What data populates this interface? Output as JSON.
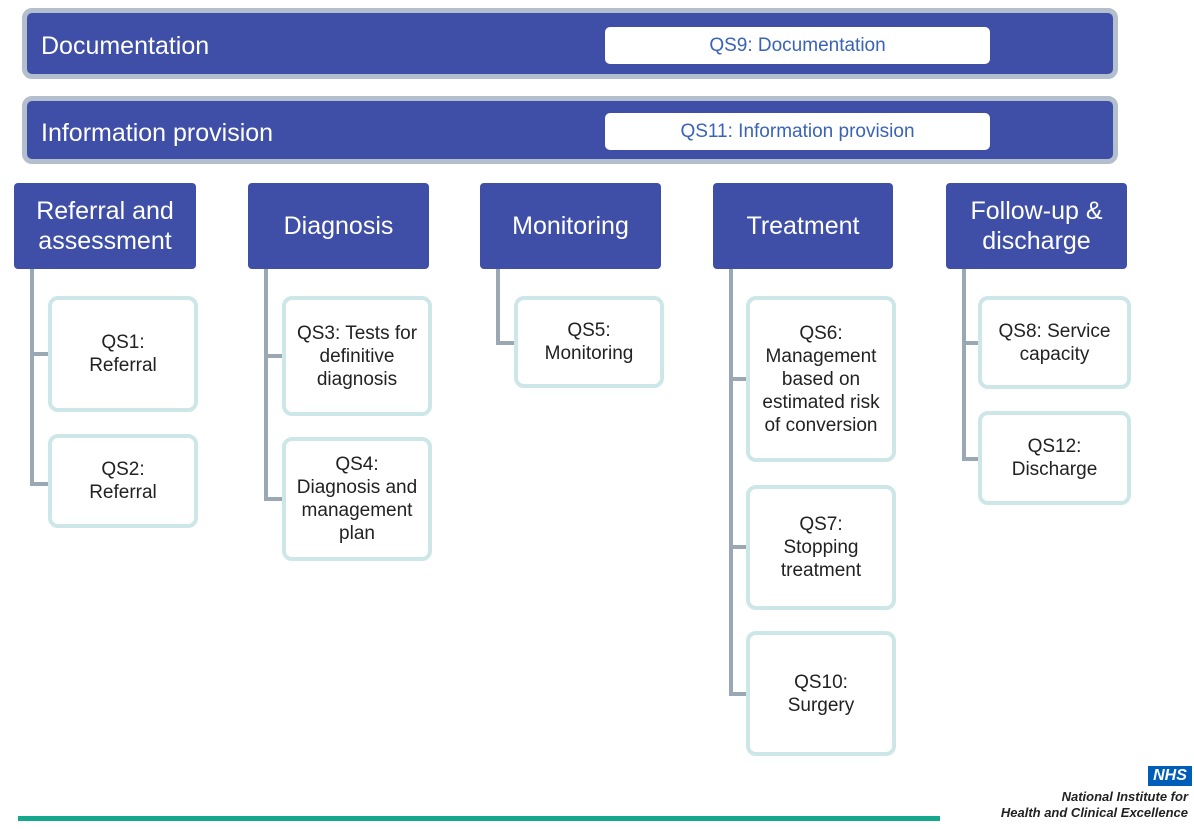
{
  "banners": {
    "documentation": {
      "title": "Documentation",
      "qs": "QS9: Documentation"
    },
    "information": {
      "title": "Information provision",
      "qs": "QS11: Information provision"
    }
  },
  "stages": [
    {
      "label": "Referral and assessment",
      "items": [
        "QS1: Referral",
        "QS2: Referral"
      ]
    },
    {
      "label": "Diagnosis",
      "items": [
        "QS3: Tests for definitive diagnosis",
        "QS4: Diagnosis and management plan"
      ]
    },
    {
      "label": "Monitoring",
      "items": [
        "QS5: Monitoring"
      ]
    },
    {
      "label": "Treatment",
      "items": [
        "QS6: Management based on estimated risk of conversion",
        "QS7: Stopping treatment",
        "QS10: Surgery"
      ]
    },
    {
      "label": "Follow-up & discharge",
      "items": [
        "QS8: Service capacity",
        "QS12: Discharge"
      ]
    }
  ],
  "footer": {
    "logo": "NHS",
    "org_line1": "National Institute for",
    "org_line2": "Health and Clinical Excellence"
  },
  "colors": {
    "header": "#3f4fa8",
    "card_border": "#cde6e8",
    "connector": "#9aa8b4",
    "footer_line": "#14a88d",
    "nhs": "#005eb8"
  }
}
